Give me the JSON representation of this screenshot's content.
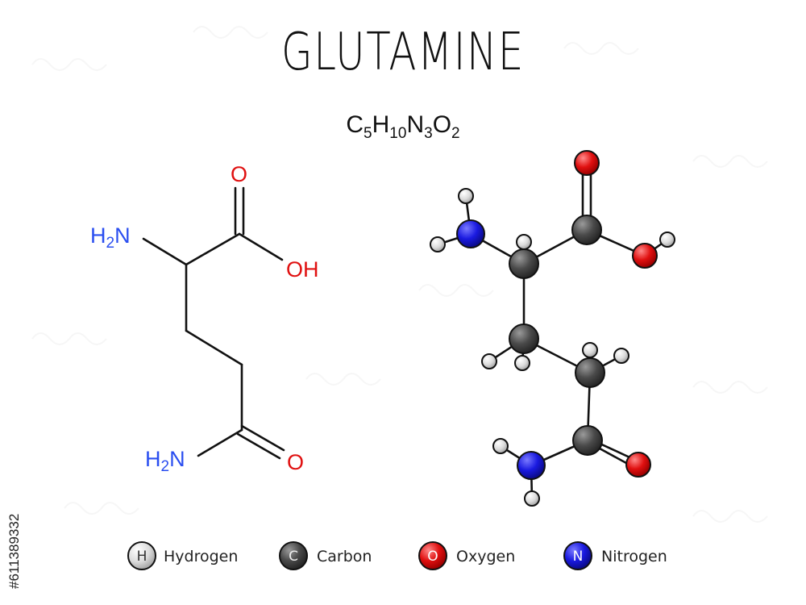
{
  "title": "GLUTAMINE",
  "formula": {
    "parts": [
      {
        "text": "C",
        "sub": "5"
      },
      {
        "text": "H",
        "sub": "10"
      },
      {
        "text": "N",
        "sub": "3"
      },
      {
        "text": "O",
        "sub": "2"
      }
    ]
  },
  "skeletal": {
    "labels": {
      "amine_top": "H2N",
      "carbonyl_o_top": "O",
      "hydroxyl": "OH",
      "amide_n": "H2N",
      "amide_o": "O"
    }
  },
  "legend": [
    {
      "letter": "H",
      "name": "Hydrogen",
      "color": "#e8e8e8"
    },
    {
      "letter": "C",
      "name": "Carbon",
      "color": "#4a4a4a"
    },
    {
      "letter": "O",
      "name": "Oxygen",
      "color": "#e01010"
    },
    {
      "letter": "N",
      "name": "Nitrogen",
      "color": "#1a1ae0"
    }
  ],
  "colors": {
    "nitrogen_text": "#2a4ef0",
    "oxygen_text": "#e01010",
    "bond": "#111111",
    "watermark": "#eeeeee"
  },
  "side_id": "#611389332"
}
